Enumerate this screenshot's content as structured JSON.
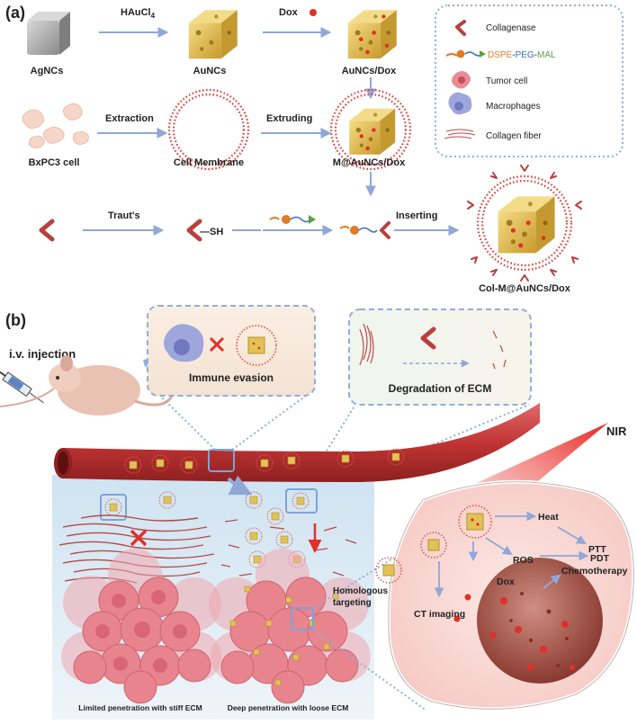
{
  "panel_a": {
    "label": "(a)",
    "reagent_haucl4": "HAuCl",
    "reagent_haucl4_sub": "4",
    "reagent_dox": "Dox",
    "step_extraction": "Extraction",
    "step_extruding": "Extruding",
    "step_trauts": "Traut's",
    "step_inserting": "Inserting",
    "thiol_label": "SH",
    "products": {
      "agncs": "AgNCs",
      "auncs": "AuNCs",
      "auncs_dox": "AuNCs/Dox",
      "bxpc3": "BxPC3 cell",
      "cell_membrane": "Cell Membrane",
      "m_auncs_dox": "M@AuNCs/Dox",
      "col_m_auncs_dox": "Col-M@AuNCs/Dox"
    },
    "legend": {
      "collagenase": "Collagenase",
      "dspe": "DSPE",
      "peg": "PEG",
      "mal": "MAL",
      "dash": "-",
      "tumor_cell": "Tumor cell",
      "macrophages": "Macrophages",
      "collagen_fiber": "Collagen fiber"
    },
    "colors": {
      "arrow": "#8fa8d8",
      "collagenase": "#b8403e",
      "dspe": "#e07b28",
      "peg": "#3a6fc4",
      "mal": "#5aa340",
      "membrane_dot": "#e0403a",
      "gold": "#e2c257"
    }
  },
  "panel_b": {
    "label": "(b)",
    "injection": "i.v. injection",
    "immune_evasion": "Immune evasion",
    "degradation": "Degradation of ECM",
    "nir": "NIR",
    "homologous": "Homologous",
    "targeting": "targeting",
    "heat": "Heat",
    "ptt": "PTT",
    "ros": "ROS",
    "pdt": "PDT",
    "dox": "Dox",
    "chemotherapy": "Chemotherapy",
    "ct_imaging": "CT imaging",
    "limited": "Limited penetration with stiff  ECM",
    "deep": "Deep penetration with loose ECM",
    "colors": {
      "vessel": "#c9403f",
      "tumor": "#e98a94",
      "cell": "#fbe4e0",
      "nucleus": "#a5524a",
      "bg_blue": "#d7e8f4"
    }
  }
}
